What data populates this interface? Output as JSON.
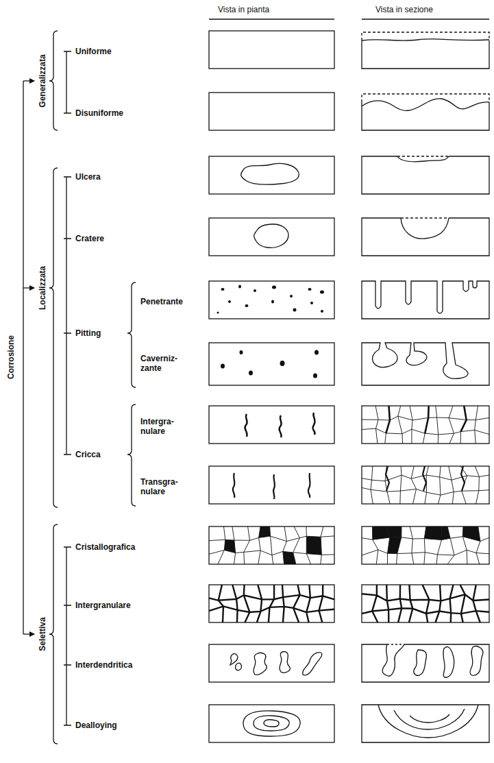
{
  "diagram": {
    "labels": [
      "Vista in pianta",
      "Vista in sezione",
      "Corrosione",
      "Generalizzata",
      "Uniforme",
      "Disuniforme",
      "Localizzata",
      "Ulcera",
      "Cratere",
      "Pitting",
      "Penetrante",
      "Caverniz- zante",
      "Cricca",
      "Intergra- nulare",
      "Transgra- nulare",
      "Selettiva",
      "Cristallografica",
      "Intergranulare",
      "Interdendritica",
      "Dealloying"
    ]
  }
}
